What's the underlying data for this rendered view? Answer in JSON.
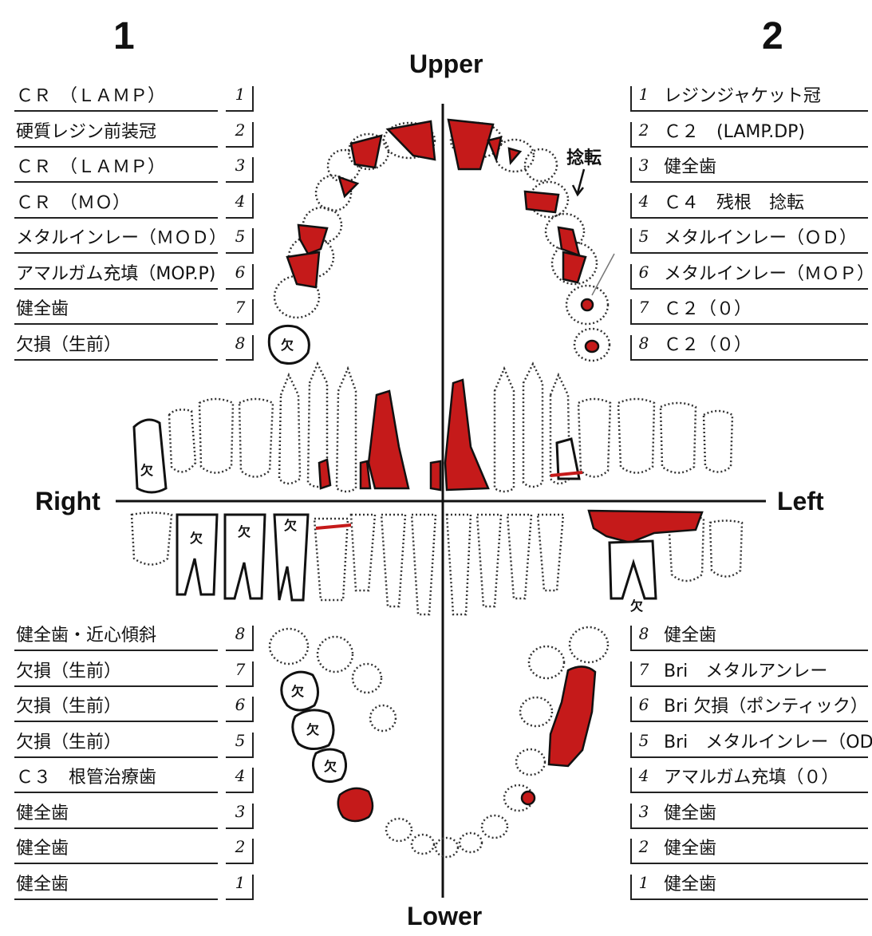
{
  "quadrants": {
    "right_number": "1",
    "left_number": "2"
  },
  "axis_labels": {
    "upper": "Upper",
    "lower": "Lower",
    "right": "Right",
    "left": "Left"
  },
  "annotation": "捻転",
  "defect_mark": "欠",
  "colors": {
    "restoration": "#c51a1a",
    "outline": "#111111"
  },
  "upper_right": [
    {
      "num": "1",
      "text": "ＣＲ　（ＬＡＭＰ）"
    },
    {
      "num": "2",
      "text": "硬質レジン前装冠"
    },
    {
      "num": "3",
      "text": "ＣＲ　（ＬＡＭＰ）"
    },
    {
      "num": "4",
      "text": "ＣＲ　（ＭＯ）"
    },
    {
      "num": "5",
      "text": "メタルインレー（ＭＯＤ）"
    },
    {
      "num": "6",
      "text": "アマルガム充填（MOP.P)"
    },
    {
      "num": "7",
      "text": "健全歯"
    },
    {
      "num": "8",
      "text": "欠損（生前）"
    }
  ],
  "upper_left": [
    {
      "num": "1",
      "text": "レジンジャケット冠"
    },
    {
      "num": "2",
      "text": "Ｃ２　(LAMP.DP)"
    },
    {
      "num": "3",
      "text": "健全歯"
    },
    {
      "num": "4",
      "text": "Ｃ４　残根　捻転"
    },
    {
      "num": "5",
      "text": "メタルインレー（ＯＤ）"
    },
    {
      "num": "6",
      "text": "メタルインレー（ＭＯＰ）"
    },
    {
      "num": "7",
      "text": "Ｃ２（０）"
    },
    {
      "num": "8",
      "text": "Ｃ２（０）"
    }
  ],
  "lower_right": [
    {
      "num": "8",
      "text": "健全歯・近心傾斜"
    },
    {
      "num": "7",
      "text": "欠損（生前）"
    },
    {
      "num": "6",
      "text": "欠損（生前）"
    },
    {
      "num": "5",
      "text": "欠損（生前）"
    },
    {
      "num": "4",
      "text": "Ｃ３　根管治療歯"
    },
    {
      "num": "3",
      "text": "健全歯"
    },
    {
      "num": "2",
      "text": "健全歯"
    },
    {
      "num": "1",
      "text": "健全歯"
    }
  ],
  "lower_left": [
    {
      "num": "8",
      "text": "健全歯"
    },
    {
      "num": "7",
      "text": "Bri　メタルアンレー"
    },
    {
      "num": "6",
      "text": "Bri 欠損（ポンティック）"
    },
    {
      "num": "5",
      "text": "Bri　メタルインレー（OD）"
    },
    {
      "num": "4",
      "text": "アマルガム充填（０）"
    },
    {
      "num": "3",
      "text": "健全歯"
    },
    {
      "num": "2",
      "text": "健全歯"
    },
    {
      "num": "1",
      "text": "健全歯"
    }
  ]
}
